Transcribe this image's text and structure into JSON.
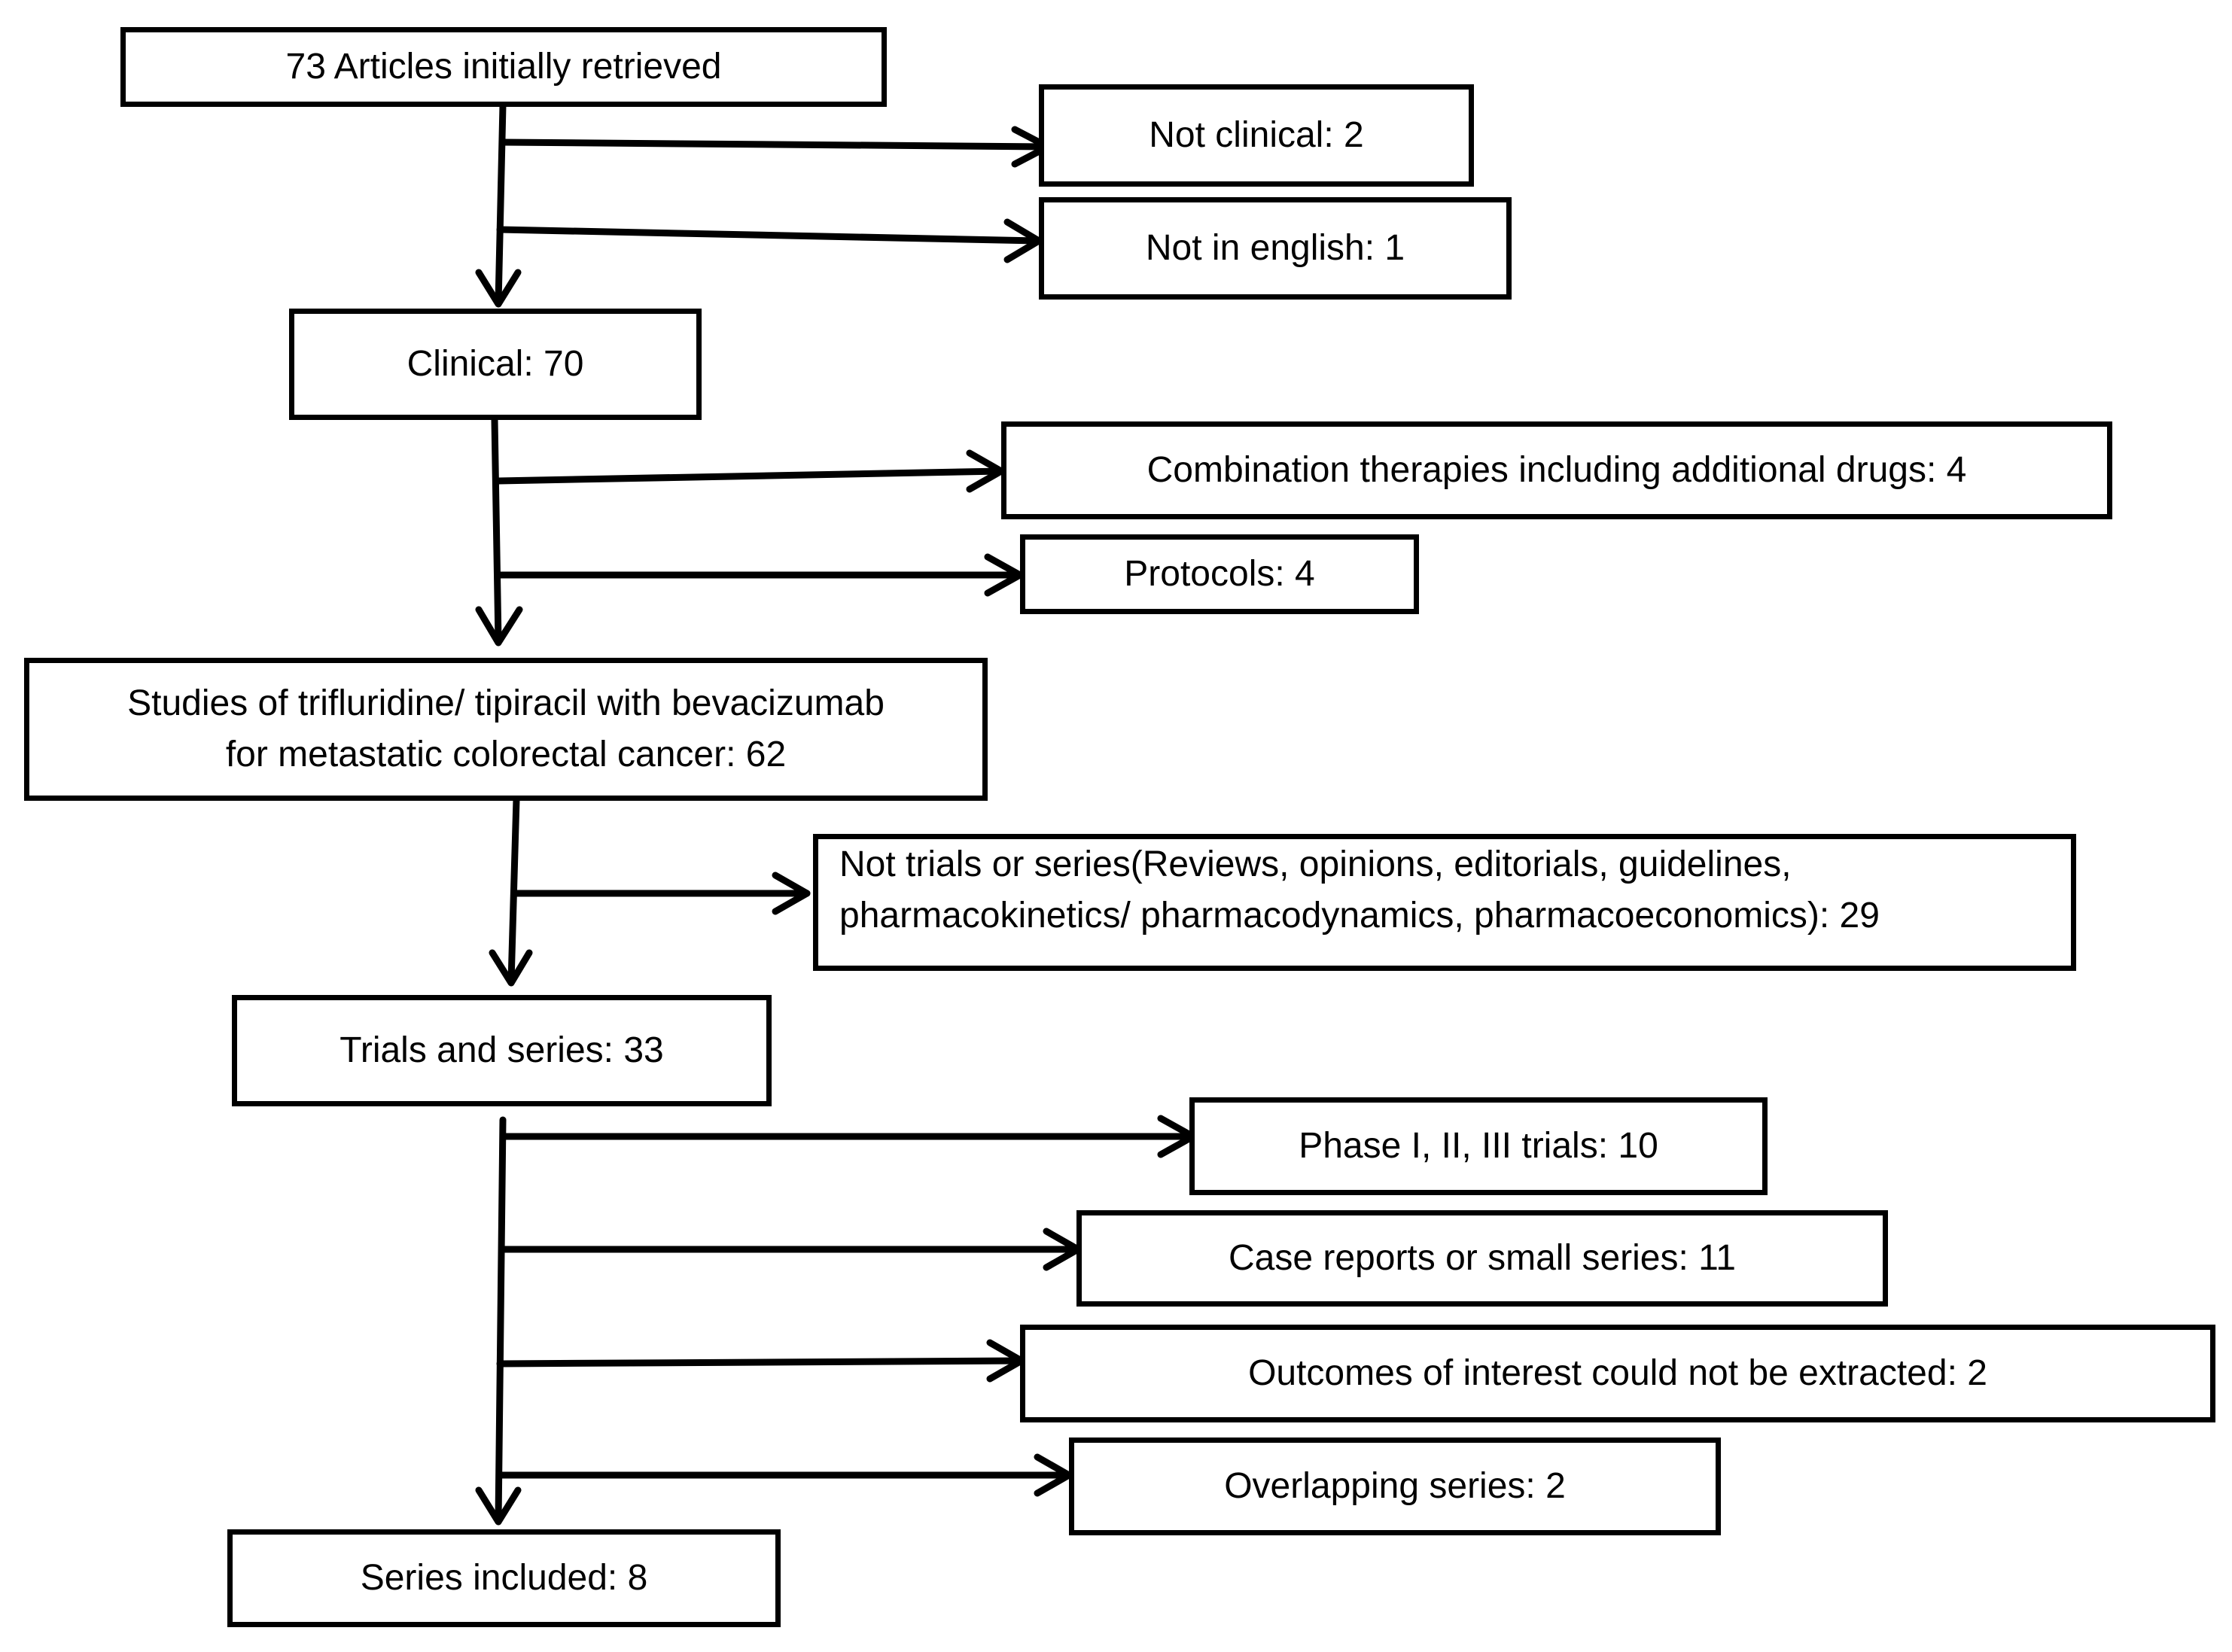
{
  "colors": {
    "line": "#000000",
    "background": "#ffffff",
    "text": "#000000"
  },
  "main": {
    "retrieved": "73 Articles initially retrieved",
    "clinical": "Clinical: 70",
    "studies_line1": "Studies of trifluridine/ tipiracil with bevacizumab",
    "studies_line2": "for metastatic colorectal cancer: 62",
    "trials_series": "Trials and series: 33",
    "included": "Series included: 8"
  },
  "excluded": {
    "not_clinical": "Not clinical: 2",
    "not_english": "Not in english: 1",
    "combination": "Combination therapies including additional drugs: 4",
    "protocols": "Protocols: 4",
    "not_trials_line1": "Not trials or series(Reviews, opinions, editorials, guidelines,",
    "not_trials_line2": "pharmacokinetics/ pharmacodynamics, pharmacoeconomics): 29",
    "phase_trials": "Phase I, II, III trials: 10",
    "case_reports": "Case reports or small series: 11",
    "outcomes": "Outcomes of interest could not be extracted: 2",
    "overlapping": "Overlapping series: 2"
  }
}
